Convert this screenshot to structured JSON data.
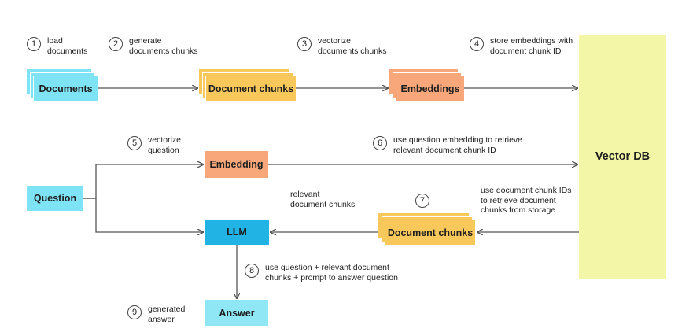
{
  "colors": {
    "documents": "#7ee3f4",
    "chunks": "#f9c85b",
    "embeddings": "#f7a77a",
    "llm": "#22b3e5",
    "answer": "#8fe6f5",
    "vector_db": "#f2f6a6",
    "arrow": "#555555"
  },
  "nodes": {
    "documents": "Documents",
    "document_chunks_top": "Document chunks",
    "embeddings": "Embeddings",
    "vector_db": "Vector DB",
    "question": "Question",
    "embedding": "Embedding",
    "llm": "LLM",
    "document_chunks_bottom": "Document chunks",
    "answer": "Answer"
  },
  "steps": [
    {
      "num": "1",
      "text": "load\ndocuments"
    },
    {
      "num": "2",
      "text": "generate\ndocuments chunks"
    },
    {
      "num": "3",
      "text": "vectorize\ndocuments chunks"
    },
    {
      "num": "4",
      "text": "store embeddings with\ndocument chunk ID"
    },
    {
      "num": "5",
      "text": "vectorize\nquestion"
    },
    {
      "num": "6",
      "text": "use question embedding to retrieve\nrelevant document chunk ID"
    },
    {
      "num": "7",
      "text": ""
    },
    {
      "num": "8",
      "text": "use question + relevant document\nchunks + prompt to answer question"
    },
    {
      "num": "9",
      "text": "generated\nanswer"
    }
  ],
  "notes": {
    "relevant_chunks": "relevant\ndocument chunks",
    "retrieve_from_storage": "use document chunk IDs\nto retrieve document\nchunks from storage"
  }
}
